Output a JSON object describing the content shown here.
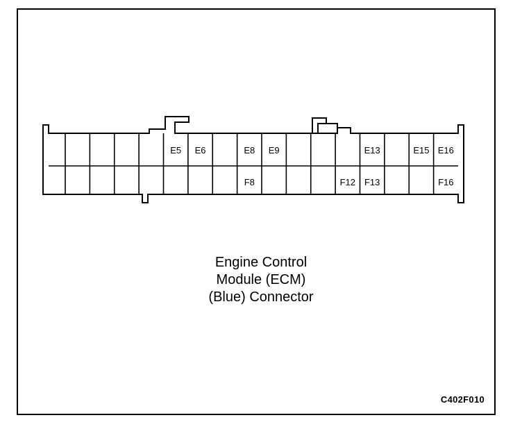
{
  "diagram": {
    "caption_lines": [
      "Engine Control",
      "Module (ECM)",
      "(Blue) Connector"
    ],
    "figure_code": "C402F010",
    "connector": {
      "top_row_labels": [
        "",
        "",
        "",
        "",
        "E5",
        "E6",
        "",
        "E8",
        "E9",
        "",
        "",
        "",
        "E13",
        "",
        "E15",
        "E16"
      ],
      "bottom_row_labels": [
        "",
        "",
        "",
        "",
        "",
        "",
        "",
        "F8",
        "",
        "",
        "",
        "F12",
        "F13",
        "",
        "",
        "F16"
      ]
    }
  }
}
